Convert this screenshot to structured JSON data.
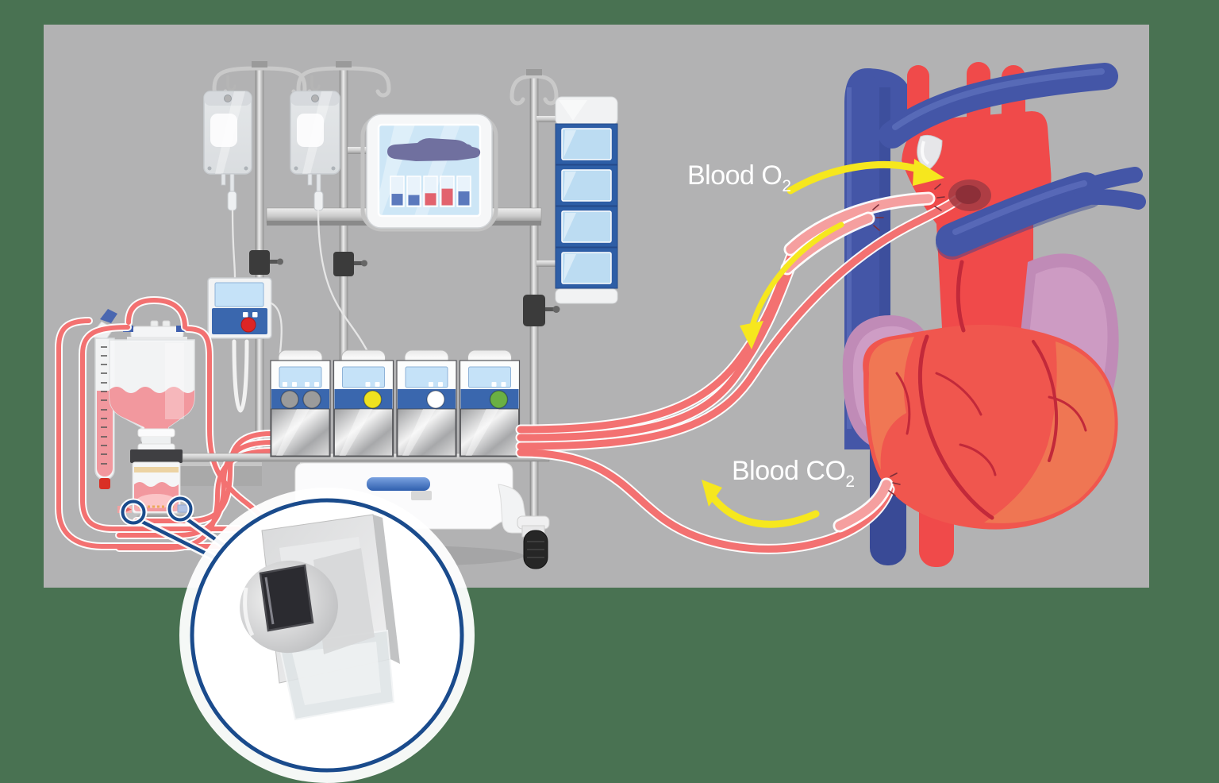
{
  "labels": {
    "blood_o2": {
      "text": "Blood O",
      "sub": "2"
    },
    "blood_co2": {
      "text": "Blood CO",
      "sub": "2"
    }
  },
  "palette": {
    "page_bg": "#497252",
    "panel_gray": "#b2b2b3",
    "tube_red": "#f37171",
    "tube_pale": "#f59f9f",
    "arrow_yellow": "#f6e71e",
    "heart_red": "#f04a4a",
    "ventricle_red": "#f0564e",
    "ventricle_orange": "#ef7b55",
    "vessel_blue": "#4456a7",
    "vessel_blue_dark": "#394a96",
    "atrium_mauve": "#c08bb7",
    "coronary_red": "#c2293a",
    "pump_blue": "#3a67ae",
    "screen_blue": "#c5e2f8",
    "monitor_screen": "#cde6f6",
    "silhouette_purple": "#70709f",
    "bar_blue": "#5b79bd",
    "bar_red": "#e2636e",
    "tower_blue": "#2e5ea6",
    "tower_window": "#bcdcf2",
    "callout_blue": "#1a4b8c",
    "button_red": "#dd2525",
    "blood_pink": "#f2989e"
  },
  "monitor": {
    "bars": [
      {
        "color": "bar_blue",
        "level": 0.38
      },
      {
        "color": "bar_blue",
        "level": 0.34
      },
      {
        "color": "bar_red",
        "level": 0.4
      },
      {
        "color": "bar_red",
        "level": 0.55
      },
      {
        "color": "bar_blue",
        "level": 0.46
      }
    ]
  },
  "pump_bank": {
    "modules": [
      {
        "knobs": [
          "#9b9b9b",
          "#9b9b9b"
        ]
      },
      {
        "knobs": [
          "#efe21f"
        ]
      },
      {
        "knobs": [
          "#ffffff"
        ]
      },
      {
        "knobs": [
          "#6ab043"
        ]
      }
    ]
  },
  "tower": {
    "window_count": 4
  },
  "iv_bags": {
    "count": 2
  },
  "callout": {
    "marker_count": 2
  }
}
